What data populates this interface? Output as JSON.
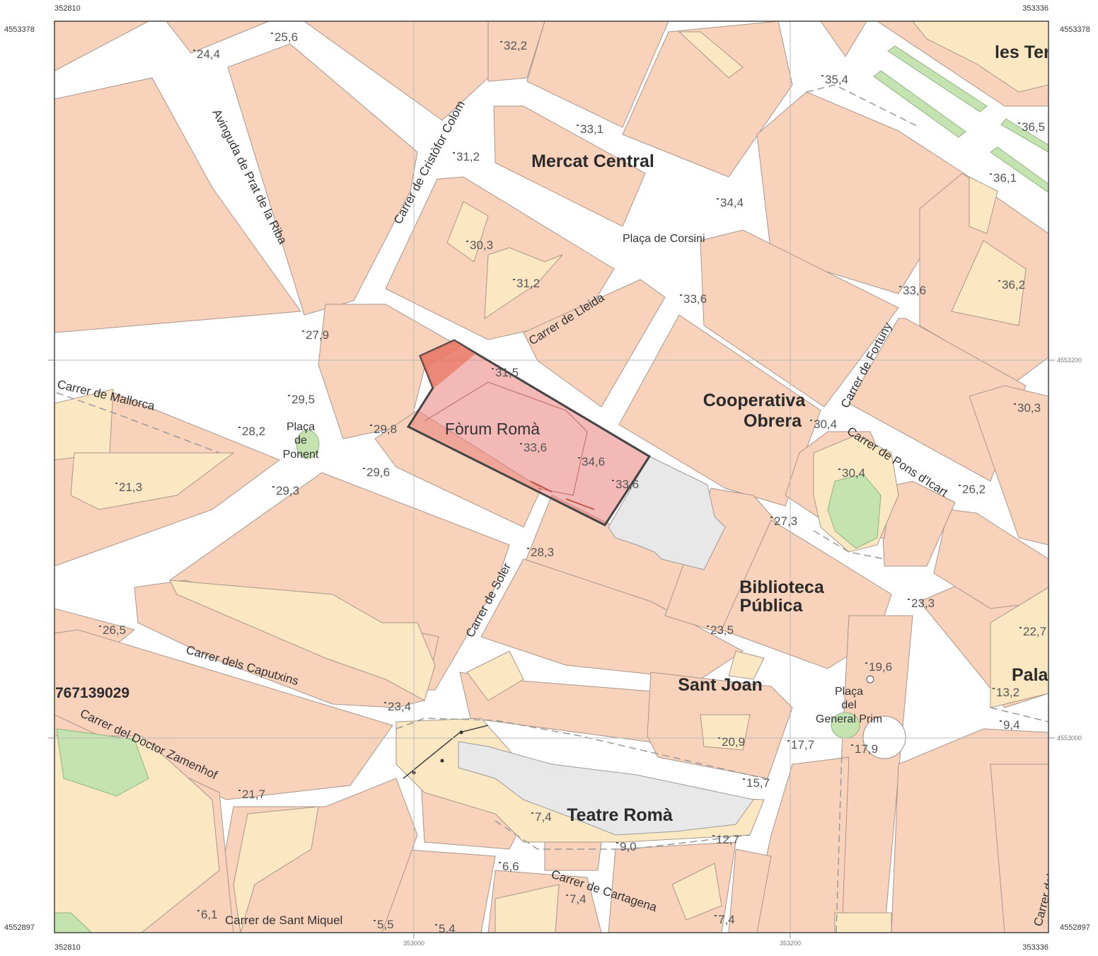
{
  "colors": {
    "block": "#f9d2bb",
    "courtyard": "#fbe8c3",
    "park": "#c4e3b1",
    "street": "#ffffff",
    "building_outline": "#9b8a80",
    "forum_fill": "#e8807a",
    "forum_outline": "#444444",
    "ruins": "#e8e8e8",
    "grid": "#b9b9b9"
  },
  "coordinates": {
    "top_left_x": "352810",
    "top_right_x": "353336",
    "bottom_left_x": "352810",
    "bottom_right_x": "353336",
    "left_top_y": "4553378",
    "right_top_y": "4553378",
    "left_bottom_y": "4552897",
    "right_bottom_y": "4552897",
    "grid_x_1": "353000",
    "grid_x_2": "353200",
    "grid_y_1": "4553200",
    "grid_y_2": "4553000"
  },
  "streets": [
    "Avinguda de Prat de la Riba",
    "Carrer de Cristòfor Colom",
    "Plaça de Corsini",
    "Carrer de Lleida",
    "Carrer de Mallorca",
    "Carrer de Fortuny",
    "Carrer de Pons d'Icart",
    "Carrer de Soler",
    "Carrer dels Caputxins",
    "Carrer del Doctor Zamenhof",
    "Carrer de Cartagena",
    "Carrer de Sant Miquel",
    "Carrer del C"
  ],
  "places": {
    "placa_ponent": [
      "Plaça",
      "de",
      "Ponent"
    ],
    "placa_prim": [
      "Plaça",
      "del",
      "General Prim"
    ]
  },
  "landmarks": {
    "mercat": "Mercat Central",
    "cooperativa": [
      "Cooperativa",
      "Obrera"
    ],
    "biblioteca": [
      "Biblioteca",
      "Pública"
    ],
    "sant_joan": "Sant Joan",
    "teatre": "Teatre Romà",
    "teres": "les Tere",
    "palau": "Palau",
    "forum": "Fòrum Romà"
  },
  "reference_code": "767139029",
  "elevations": [
    "25,6",
    "24,4",
    "32,2",
    "35,4",
    "36,5",
    "33,1",
    "31,2",
    "36,1",
    "34,4",
    "30,3",
    "31,2",
    "33,6",
    "33,6",
    "36,2",
    "27,9",
    "31,5",
    "29,5",
    "28,2",
    "29,8",
    "30,4",
    "30,3",
    "33,6",
    "34,6",
    "33,6",
    "29,6",
    "29,3",
    "21,3",
    "30,4",
    "26,2",
    "27,3",
    "28,3",
    "23,3",
    "26,5",
    "23,5",
    "22,7",
    "19,6",
    "13,2",
    "23,4",
    "9,4",
    "20,9",
    "17,7",
    "17,9",
    "21,7",
    "15,7",
    "7,4",
    "9,0",
    "12,7",
    "6,6",
    "7,4",
    "6,1",
    "5,5",
    "5,4",
    "7,4"
  ]
}
